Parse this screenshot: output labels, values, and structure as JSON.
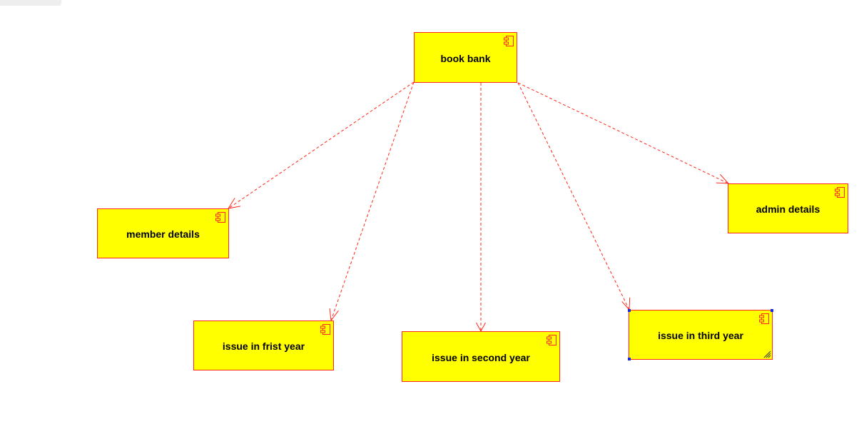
{
  "diagram": {
    "type": "component-diagram",
    "colors": {
      "component_fill": "#ffff00",
      "component_border": "#ff2a1a",
      "dependency_line": "#ff2a1a",
      "selection_handle": "#1a2ad8"
    },
    "components": [
      {
        "id": "book-bank",
        "label": "book bank",
        "icon": "component-icon"
      },
      {
        "id": "member-details",
        "label": "member details",
        "icon": "component-icon"
      },
      {
        "id": "admin-details",
        "label": "admin details",
        "icon": "component-icon"
      },
      {
        "id": "issue-first-year",
        "label": "issue in frist year",
        "icon": "component-icon"
      },
      {
        "id": "issue-second-year",
        "label": "issue in second year",
        "icon": "component-icon"
      },
      {
        "id": "issue-third-year",
        "label": "issue in third year",
        "icon": "component-icon",
        "selected": true
      }
    ],
    "dependencies": [
      {
        "from": "book-bank",
        "to": "member-details",
        "style": "dashed-arrow"
      },
      {
        "from": "book-bank",
        "to": "issue-first-year",
        "style": "dashed-arrow"
      },
      {
        "from": "book-bank",
        "to": "issue-second-year",
        "style": "dashed-arrow"
      },
      {
        "from": "book-bank",
        "to": "issue-third-year",
        "style": "dashed-arrow"
      },
      {
        "from": "book-bank",
        "to": "admin-details",
        "style": "dashed-arrow"
      }
    ]
  }
}
